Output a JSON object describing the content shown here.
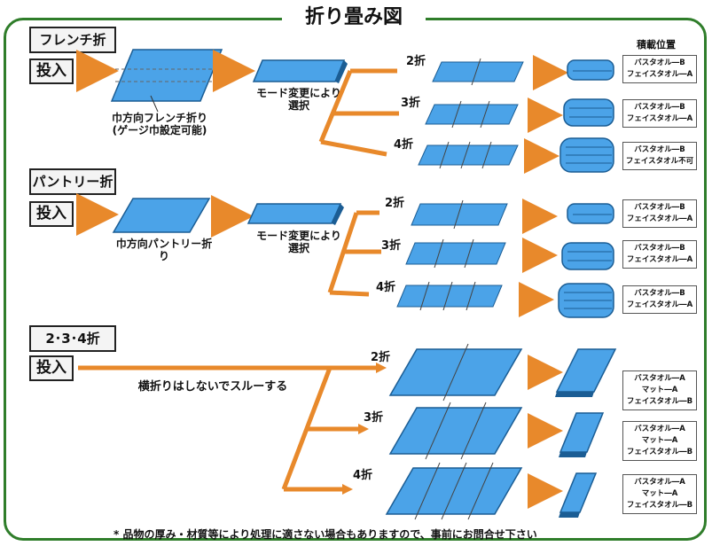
{
  "title": "折り畳み図",
  "header_position": "積載位置",
  "input_label": "投入",
  "sections": {
    "french": {
      "name": "フレンチ折",
      "caption": "巾方向フレンチ折り\n(ゲージ巾設定可能)",
      "mode_note": "モード変更により\n選択",
      "folds": [
        "2折",
        "3折",
        "4折"
      ],
      "dest": [
        [
          "バスタオル―B",
          "フェイスタオル―A"
        ],
        [
          "バスタオル―B",
          "フェイスタオル―A"
        ],
        [
          "バスタオル―B",
          "フェイスタオル不可"
        ]
      ]
    },
    "pantry": {
      "name": "パントリー折",
      "caption": "巾方向パントリー折\nり",
      "mode_note": "モード変更により\n選択",
      "folds": [
        "2折",
        "3折",
        "4折"
      ],
      "dest": [
        [
          "バスタオル―B",
          "フェイスタオル―A"
        ],
        [
          "バスタオル―B",
          "フェイスタオル―A"
        ],
        [
          "バスタオル―B",
          "フェイスタオル―A"
        ]
      ]
    },
    "multi": {
      "name": "2･3･4折",
      "through_note": "横折りはしないでスルーする",
      "folds": [
        "2折",
        "3折",
        "4折"
      ],
      "dest": [
        [
          "バスタオル―A",
          "マット―A",
          "フェイスタオル―B"
        ],
        [
          "バスタオル―A",
          "マット―A",
          "フェイスタオル―B"
        ],
        [
          "バスタオル―A",
          "マット―A",
          "フェイスタオル―B"
        ]
      ]
    }
  },
  "footnote": "* 品物の厚み・材質等により処理に適さない場合もありますので、事前にお問合せ下さい",
  "colors": {
    "frame": "#2f7d2a",
    "sheet": "#4ba3e8",
    "arrow": "#e8892b"
  }
}
